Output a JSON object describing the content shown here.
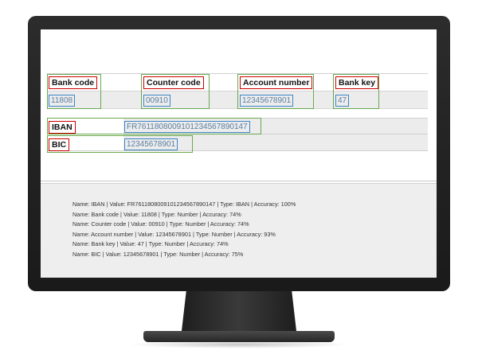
{
  "bank_fields": [
    {
      "label": "Bank code",
      "value": "11808"
    },
    {
      "label": "Counter code",
      "value": "00910"
    },
    {
      "label": "Account number",
      "value": "12345678901"
    },
    {
      "label": "Bank key",
      "value": "47"
    }
  ],
  "iban": {
    "label": "IBAN",
    "value": "FR7611808009101234567890147"
  },
  "bic": {
    "label": "BIC",
    "value": "12345678901"
  },
  "results": [
    "Name: IBAN | Value: FR7611808009101234567890147 | Type: IBAN | Accuracy: 100%",
    "Name: Bank code | Value: 11808 | Type: Number | Accuracy: 74%",
    "Name: Counter code | Value: 00910 | Type: Number | Accuracy: 74%",
    "Name: Account number | Value: 12345678901 | Type: Number | Accuracy: 93%",
    "Name: Bank key | Value: 47 | Type: Number | Accuracy: 74%",
    "Name: BIC | Value: 12345678901 | Type: Number | Accuracy: 75%"
  ],
  "colors": {
    "group_border": "#6aa84f",
    "label_border": "#cc0000",
    "value_border": "#3d85c6",
    "bezel": "#1f1f1f"
  }
}
